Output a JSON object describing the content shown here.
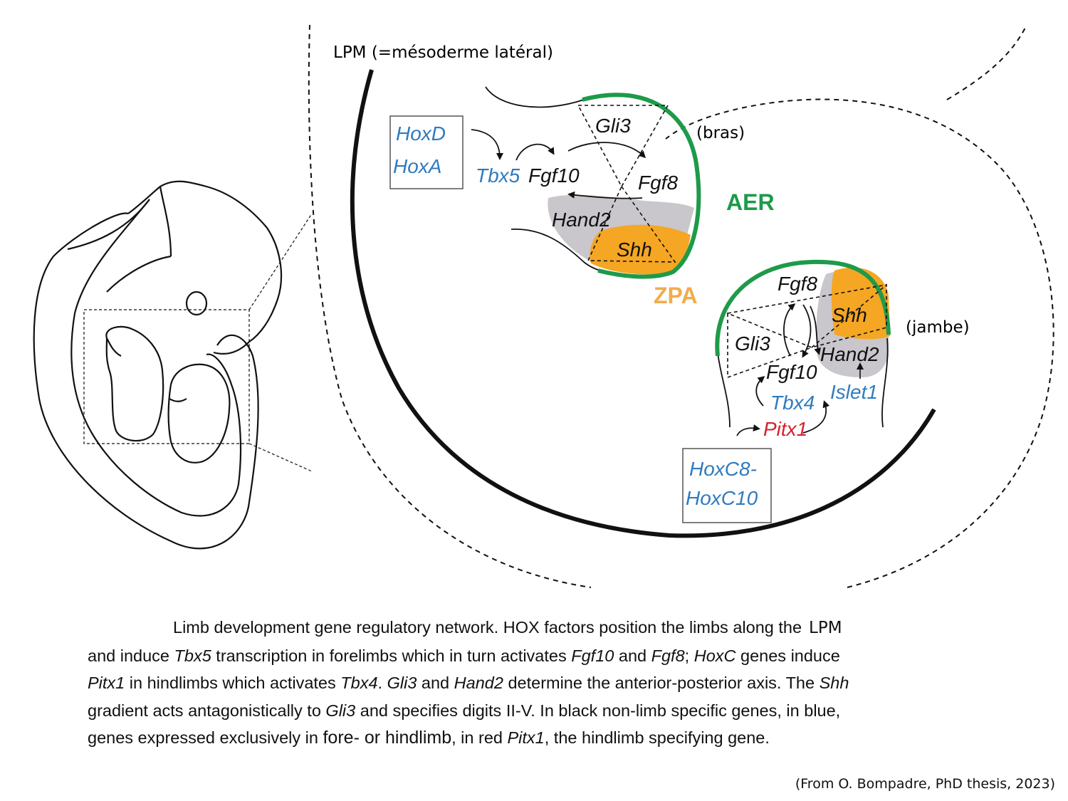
{
  "labels": {
    "lpm": "LPM (=mésoderme latéral)",
    "bras": "(bras)",
    "jambe": "(jambe)",
    "aer": "AER",
    "zpa": "ZPA"
  },
  "forelimb": {
    "hox_box": [
      "HoxD",
      "HoxA"
    ],
    "tbx": "Tbx5",
    "fgf10": "Fgf10",
    "fgf8": "Fgf8",
    "gli3": "Gli3",
    "hand2": "Hand2",
    "shh": "Shh"
  },
  "hindlimb": {
    "hox_box": [
      "HoxC8-",
      "HoxC10"
    ],
    "fgf8": "Fgf8",
    "shh": "Shh",
    "gli3": "Gli3",
    "hand2": "Hand2",
    "fgf10": "Fgf10",
    "tbx": "Tbx4",
    "islet": "Islet1",
    "pitx": "Pitx1"
  },
  "colors": {
    "aer_green": "#1e9a4a",
    "zpa_orange": "#f5a623",
    "zpa_label": "#f0ad4e",
    "limb_specific_blue": "#2f7bbf",
    "hindlimb_red": "#d6202f",
    "hand2_gray": "#c9c6cc"
  },
  "caption": {
    "l1": "Limb development gene regulatory network. HOX factors position the limbs along the",
    "l1_tail": "LPM",
    "l2_a": "and induce ",
    "l2_tbx5": "Tbx5",
    "l2_b": " transcription in forelimbs which in turn activates ",
    "l2_fgf10": "Fgf10",
    "l2_c": " and ",
    "l2_fgf8": "Fgf8",
    "l2_d": "; ",
    "l2_hoxc": "HoxC",
    "l2_e": " genes induce",
    "l3_pitx1": "Pitx1",
    "l3_a": " in hindlimbs which activates ",
    "l3_tbx4": "Tbx4",
    "l3_b": ". ",
    "l3_gli3": "Gli3",
    "l3_c": " and ",
    "l3_hand2": "Hand2",
    "l3_d": " determine the anterior-posterior axis. The ",
    "l3_shh": "Shh",
    "l4_a": "gradient acts antagonistically to ",
    "l4_gli3": "Gli3",
    "l4_b": " and specifies digits II-V. In black non-limb specific genes, in blue,",
    "l5_a": "genes expressed exclusively in ",
    "l5_big": "fore- or hindlimb",
    "l5_b": ", in red ",
    "l5_pitx1": "Pitx1",
    "l5_c": ", the hindlimb specifying gene."
  },
  "source": "(From O. Bompadre, PhD thesis, 2023)"
}
